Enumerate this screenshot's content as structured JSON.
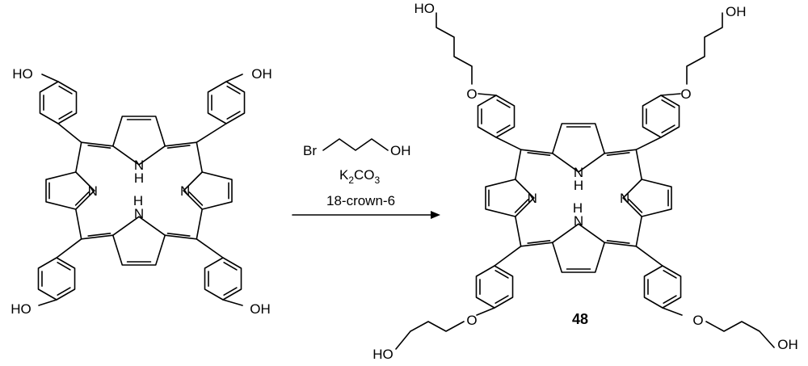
{
  "labels": {
    "hydroxyl": "HO",
    "hydroxyl_r": "OH",
    "nitrogen": "N",
    "nh_n": "N",
    "nh_h": "H",
    "oxygen": "O",
    "bromine": "Br"
  },
  "reagents": {
    "bromide_br": "Br",
    "bromide_oh": "OH",
    "base_k": "K",
    "base_k_sub": "2",
    "base_co": "CO",
    "base_co_sub": "3",
    "crown": "18-crown-6"
  },
  "product": {
    "number": "48"
  },
  "colors": {
    "ink": "#000000",
    "background": "#ffffff"
  }
}
